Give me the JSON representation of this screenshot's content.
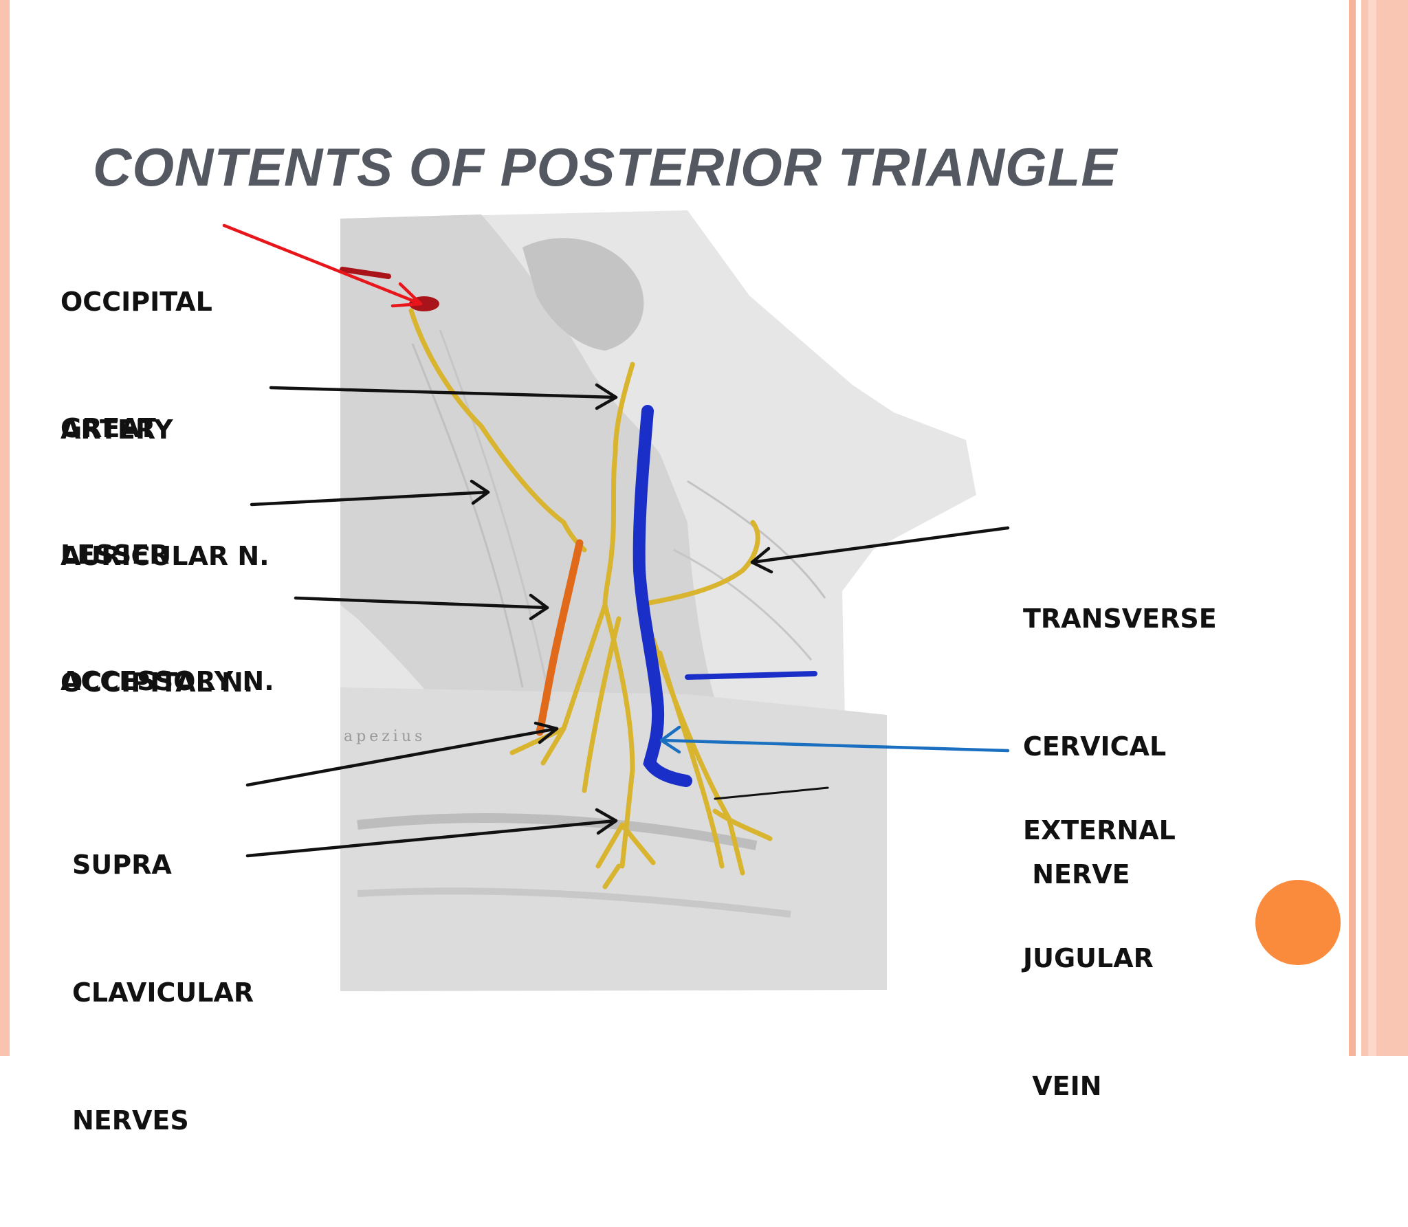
{
  "slide": {
    "title": "CONTENTS OF POSTERIOR TRIANGLE",
    "labels": {
      "occipital_artery": [
        "OCCIPITAL",
        "ARTERY"
      ],
      "great_auricular": [
        "GREAT",
        "AURICULAR N."
      ],
      "lesser_occipital": [
        "LESSER",
        "OCCIPITAL N."
      ],
      "accessory": [
        "ACCESSORY N."
      ],
      "supraclavicular": [
        "SUPRA",
        "CLAVICULAR",
        "NERVES"
      ],
      "transverse_cervical": [
        "TRANSVERSE",
        "CERVICAL",
        " NERVE"
      ],
      "external_jugular": [
        "EXTERNAL",
        "JUGULAR",
        " VEIN"
      ]
    },
    "image_text": "apezius",
    "colors": {
      "title": "#535861",
      "artery_arrow": "#e8161a",
      "vein_arrow": "#1a6fc0",
      "nerve": "#d9b42e",
      "vein": "#1a2fc8",
      "accent_circle": "#fa8a3c",
      "border": "#f8c4b0"
    }
  }
}
